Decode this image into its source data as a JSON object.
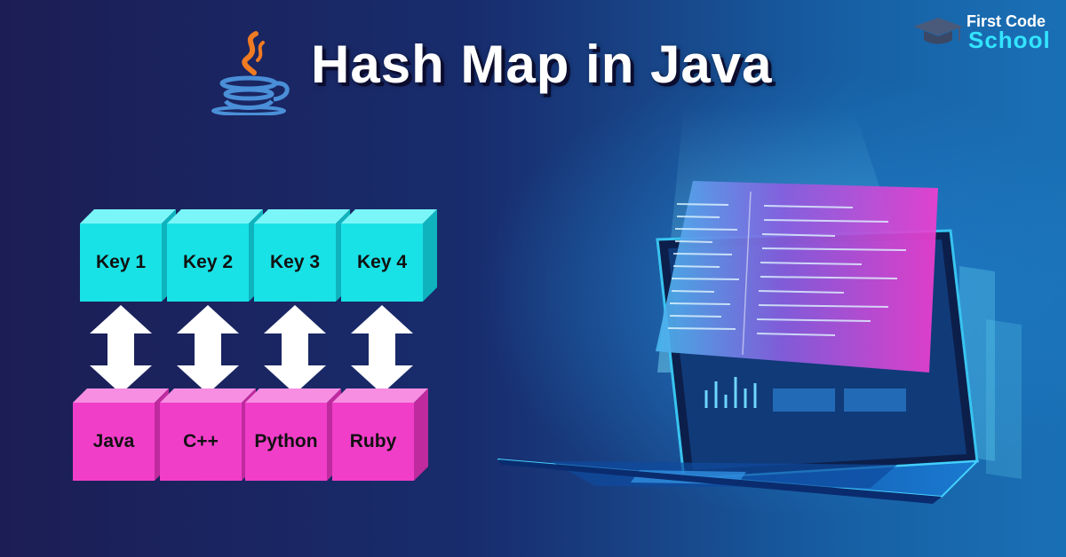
{
  "title": "Hash Map in Java",
  "brand": {
    "line1": "First Code",
    "line2": "School"
  },
  "icons": {
    "logo": "java-coffee-cup-icon",
    "brand": "graduation-cap-icon"
  },
  "colors": {
    "key_face": "#19e2e6",
    "key_top": "#7af6f8",
    "key_side": "#0fb3bd",
    "value_face": "#f13ec9",
    "value_top": "#f78ee2",
    "value_side": "#bf2a9e",
    "arrow": "#ffffff"
  },
  "diagram": {
    "keys": [
      "Key 1",
      "Key 2",
      "Key 3",
      "Key 4"
    ],
    "values": [
      "Java",
      "C++",
      "Python",
      "Ruby"
    ]
  }
}
